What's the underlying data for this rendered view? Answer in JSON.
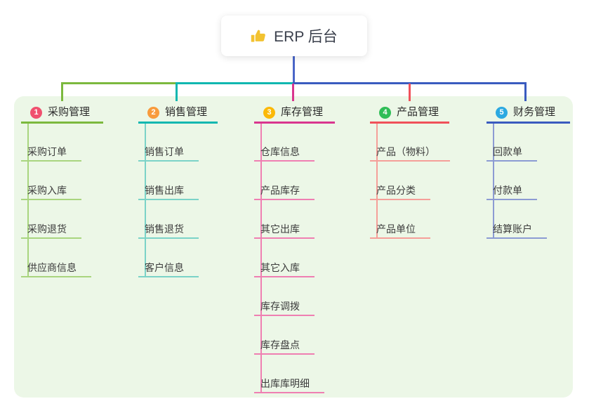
{
  "root": {
    "label": "ERP 后台",
    "icon": "thumbs-up-icon"
  },
  "branches": [
    {
      "index": "1",
      "label": "采购管理",
      "badge_color": "#F0506E",
      "line_color": "#7CB93E",
      "child_line_color": "#A9D57F",
      "children": [
        "采购订单",
        "采购入库",
        "采购退货",
        "供应商信息"
      ]
    },
    {
      "index": "2",
      "label": "销售管理",
      "badge_color": "#F89B3C",
      "line_color": "#10B7B0",
      "child_line_color": "#7BD3C8",
      "children": [
        "销售订单",
        "销售出库",
        "销售退货",
        "客户信息"
      ]
    },
    {
      "index": "3",
      "label": "库存管理",
      "badge_color": "#FBB908",
      "line_color": "#D9368F",
      "child_line_color": "#EF7FB2",
      "children": [
        "仓库信息",
        "产品库存",
        "其它出库",
        "其它入库",
        "库存调拨",
        "库存盘点",
        "出库库明细"
      ]
    },
    {
      "index": "4",
      "label": "产品管理",
      "badge_color": "#2FBE57",
      "line_color": "#F0515A",
      "child_line_color": "#F59F99",
      "children": [
        "产品（物料）",
        "产品分类",
        "产品单位"
      ]
    },
    {
      "index": "5",
      "label": "财务管理",
      "badge_color": "#2CA9E1",
      "line_color": "#3A5BBF",
      "child_line_color": "#8C9BD3",
      "children": [
        "回款单",
        "付款单",
        "结算账户"
      ]
    }
  ],
  "colors": {
    "canvas_bg": "#FFFFFF",
    "panel_bg": "#ECF7E7",
    "root_connector": "#4A66C8",
    "text": "#333333"
  }
}
